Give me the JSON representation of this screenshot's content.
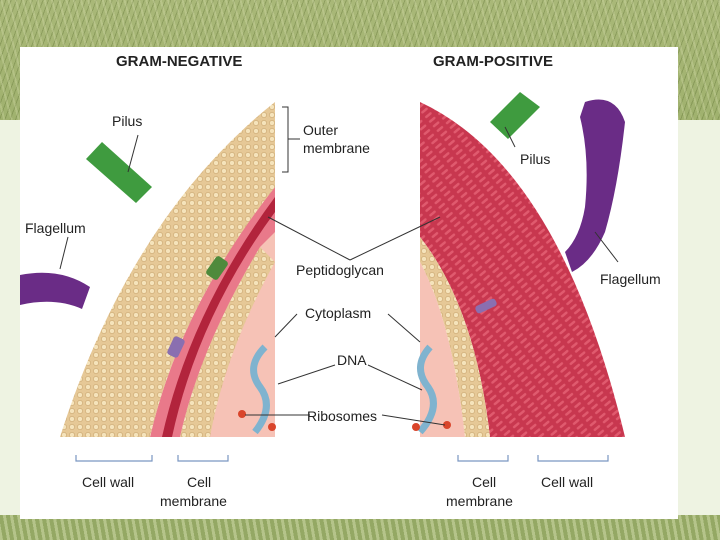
{
  "headers": {
    "left": "GRAM-NEGATIVE",
    "right": "GRAM-POSITIVE"
  },
  "labels": {
    "pilus_left": "Pilus",
    "outer_membrane_1": "Outer",
    "outer_membrane_2": "membrane",
    "flagellum_left": "Flagellum",
    "peptidoglycan": "Peptidoglycan",
    "cytoplasm": "Cytoplasm",
    "dna": "DNA",
    "ribosomes": "Ribosomes",
    "pilus_right": "Pilus",
    "flagellum_right": "Flagellum",
    "cell_wall_left": "Cell wall",
    "cell_membrane_left_1": "Cell",
    "cell_membrane_left_2": "membrane",
    "cell_membrane_right_1": "Cell",
    "cell_membrane_right_2": "membrane",
    "cell_wall_right": "Cell wall"
  },
  "colors": {
    "lipid": "#e8cfa0",
    "lipid_head": "#f3dfb4",
    "peptidoglycan": "#c8374f",
    "peptidoglycan_dark": "#9e2238",
    "cytoplasm": "#f2b3a7",
    "pilus": "#3f9b3f",
    "flagellum": "#6a2c86",
    "dna": "#7fb3cf",
    "ribosome": "#d9452b"
  }
}
